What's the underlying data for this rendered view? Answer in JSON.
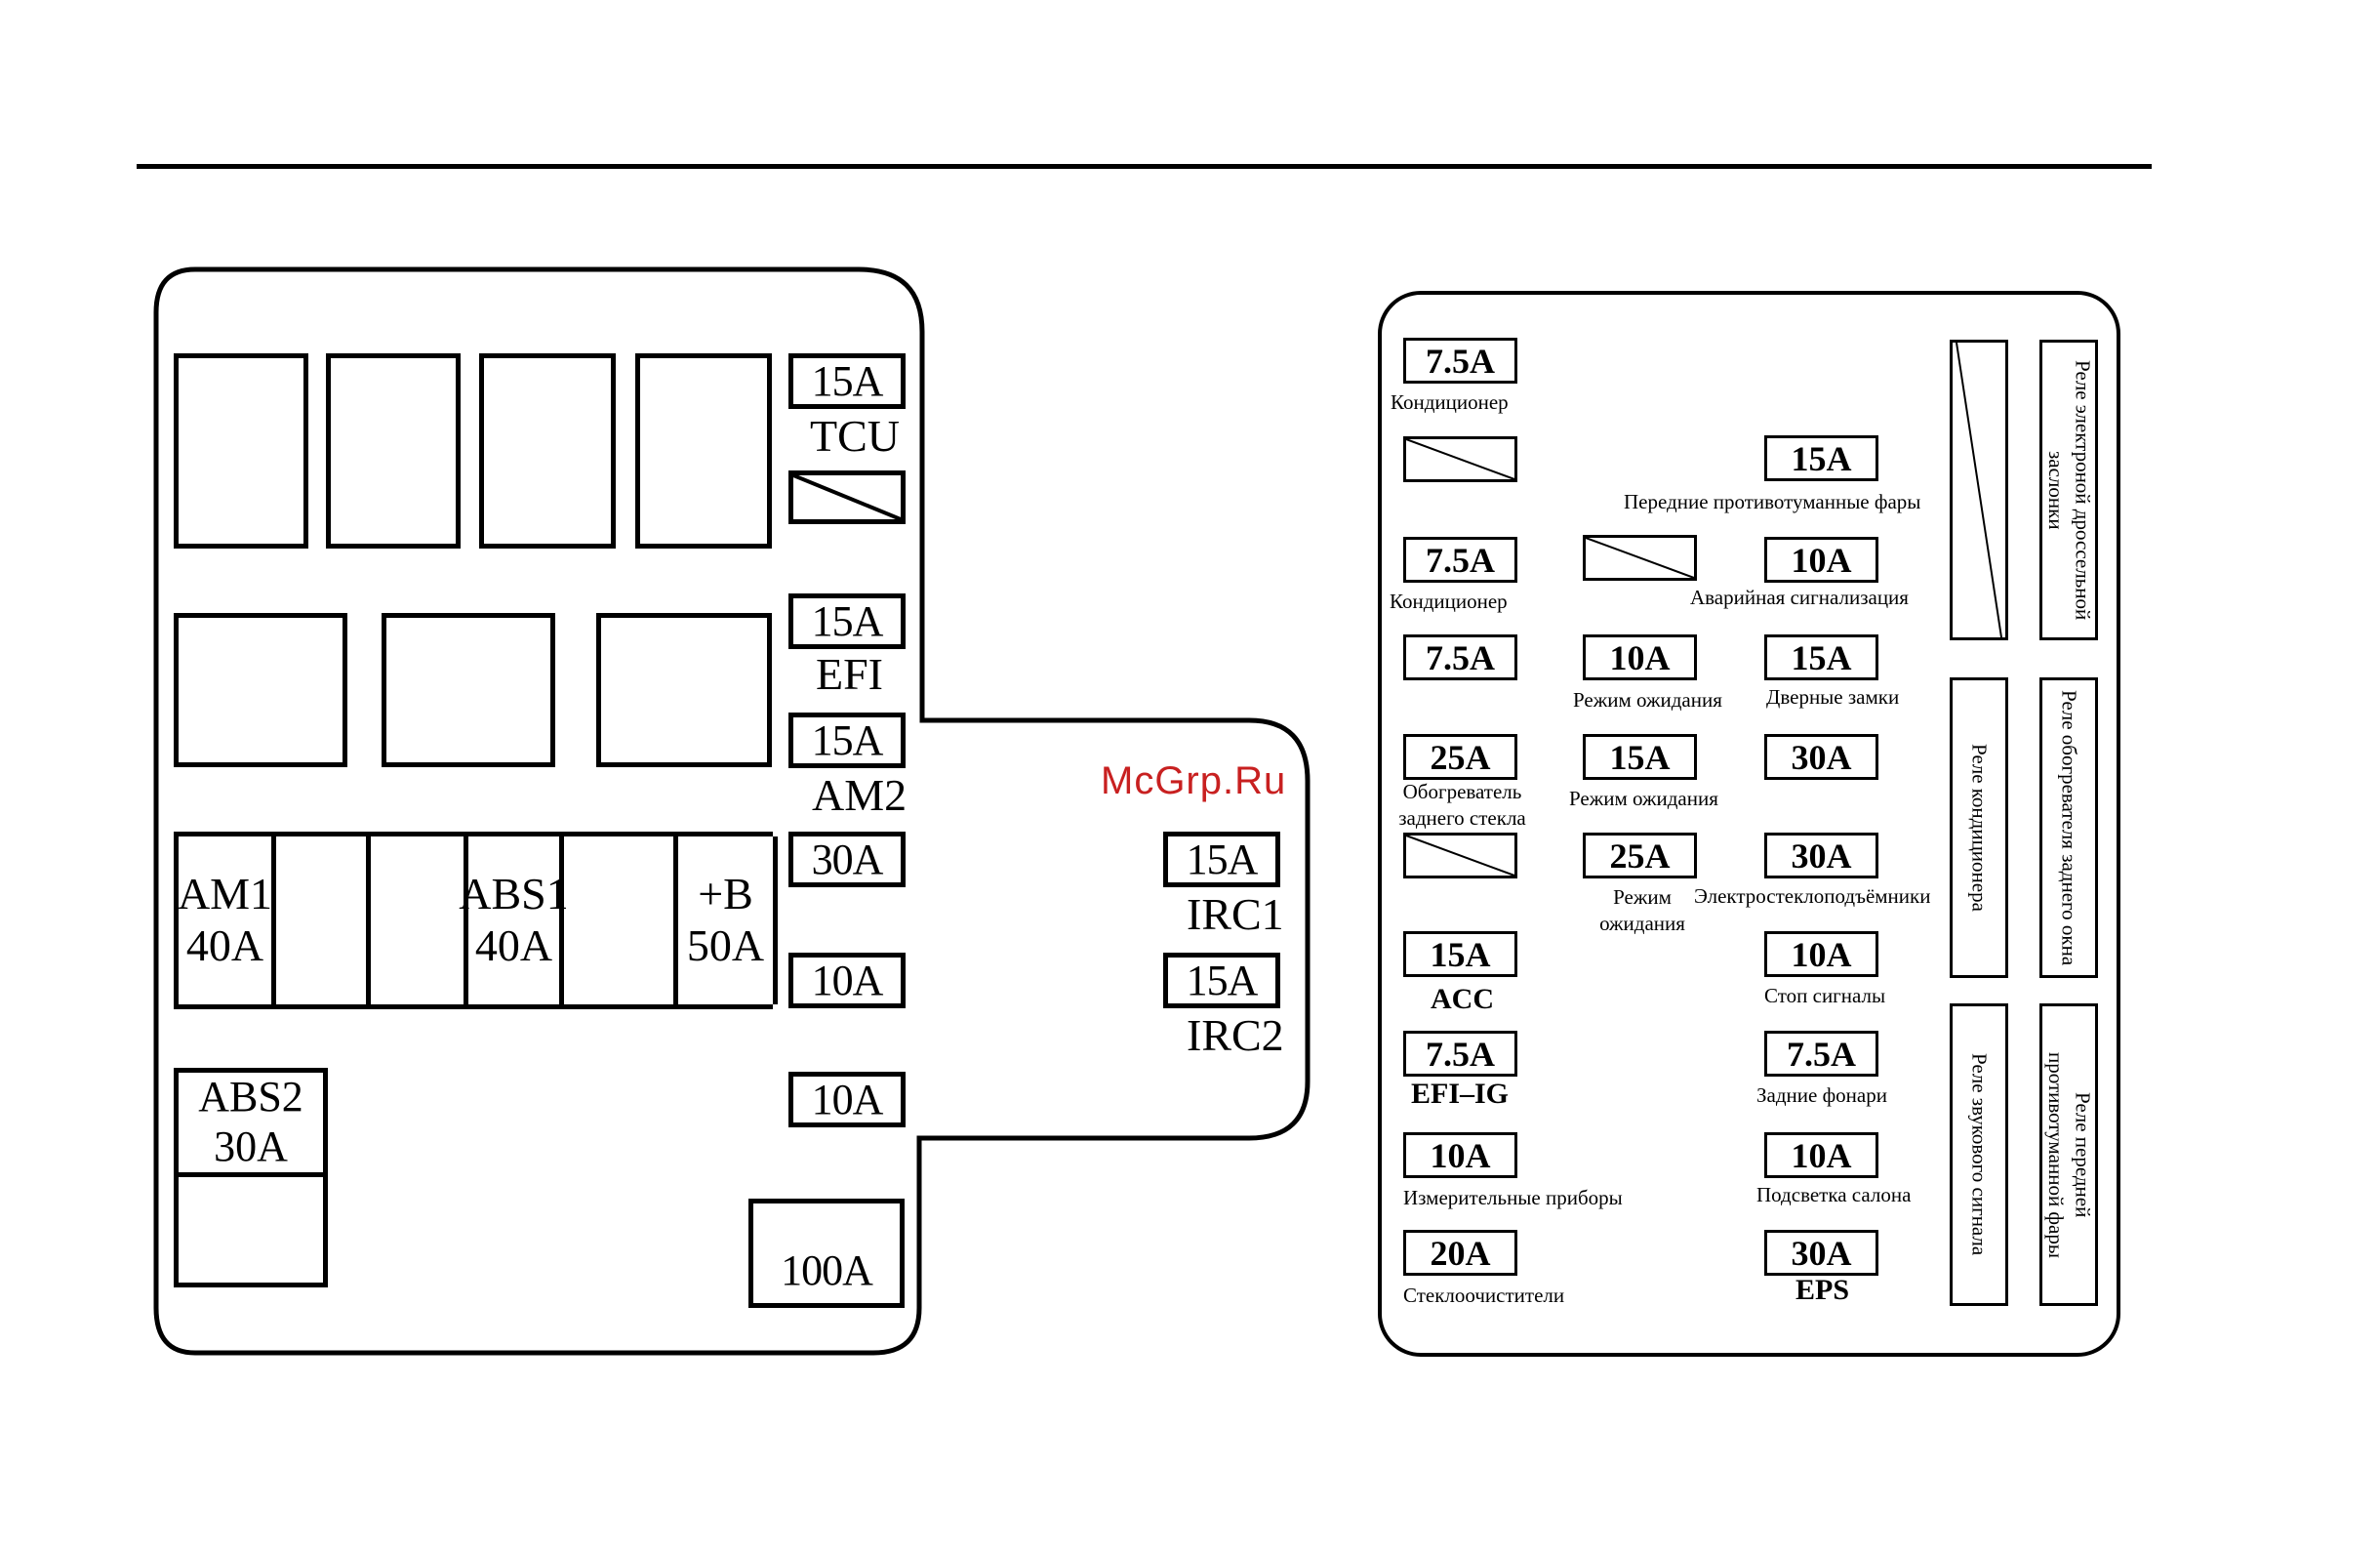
{
  "watermark": "McGrp.Ru",
  "left_box": {
    "relay_label_none": "",
    "fuses": {
      "tcu_value": "15A",
      "tcu_label": "TCU",
      "efi_value": "15A",
      "efi_label": "EFI",
      "am2_value": "15A",
      "am2_label": "AM2",
      "f30": "30A",
      "f10a": "10A",
      "f10b": "10A",
      "irc1_value": "15A",
      "irc1_label": "IRC1",
      "irc2_value": "15A",
      "irc2_label": "IRC2",
      "main": "100A"
    },
    "strip": {
      "am1_name": "AM1",
      "am1_value": "40A",
      "abs1_name": "ABS1",
      "abs1_value": "40A",
      "b_name": "+B",
      "b_value": "50A"
    },
    "abs2": {
      "name": "ABS2",
      "value": "30A"
    }
  },
  "right_box": {
    "col1": [
      {
        "value": "7.5A",
        "label": "Кондиционер"
      },
      {
        "value": "7.5A",
        "label": "Кондиционер"
      },
      {
        "value": "7.5A",
        "label": ""
      },
      {
        "value": "25A",
        "label": "Обогреватель заднего стекла"
      },
      {
        "value": "15A",
        "label": "ACC"
      },
      {
        "value": "7.5A",
        "label": "EFI–IG"
      },
      {
        "value": "10A",
        "label": "Измерительные приборы"
      },
      {
        "value": "20A",
        "label": "Стеклоочистители"
      }
    ],
    "col2": [
      {
        "value": "10A",
        "label": "Режим ожидания"
      },
      {
        "value": "15A",
        "label": "Режим ожидания"
      },
      {
        "value": "25A",
        "label": "Режим ожидания"
      }
    ],
    "col3": [
      {
        "value": "15A",
        "label": "Передние противотуманные фары"
      },
      {
        "value": "10A",
        "label": "Аварийная сигнализация"
      },
      {
        "value": "15A",
        "label": "Дверные замки"
      },
      {
        "value": "30A",
        "label": ""
      },
      {
        "value": "30A",
        "label": "Электростеклоподъёмники"
      },
      {
        "value": "10A",
        "label": "Стоп сигналы"
      },
      {
        "value": "7.5A",
        "label": "Задние фонари"
      },
      {
        "value": "10A",
        "label": "Подсветка салона"
      },
      {
        "value": "30A",
        "label": "EPS"
      }
    ],
    "relays": {
      "ac": "Реле кондиционера",
      "horn": "Реле звукового сигнала",
      "throttle": "Реле электроной дроссельной заслонки",
      "rear_heater": "Реле обогревателя заднего окна",
      "front_fog": "Реле передней противотуманной фары"
    }
  }
}
